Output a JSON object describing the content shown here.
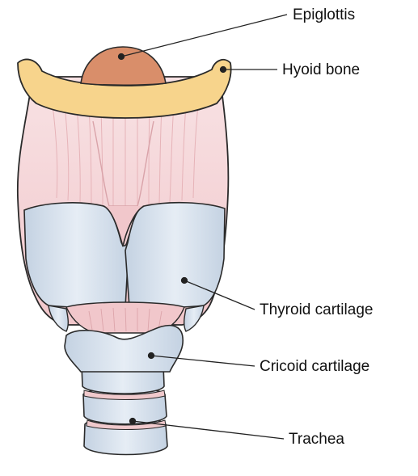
{
  "labels": {
    "epiglottis": "Epiglottis",
    "hyoid_bone": "Hyoid bone",
    "thyroid_cartilage": "Thyroid cartilage",
    "cricoid_cartilage": "Cricoid cartilage",
    "trachea": "Trachea"
  },
  "colors": {
    "outline": "#2a2a2a",
    "epiglottis": "#d98e6a",
    "hyoid_bone": "#f7d48c",
    "membrane": "#f4d3d6",
    "cartilage": "#cfdbe8",
    "cartilage_highlight": "#e9eff6",
    "ring_band": "#f0c9cc"
  }
}
